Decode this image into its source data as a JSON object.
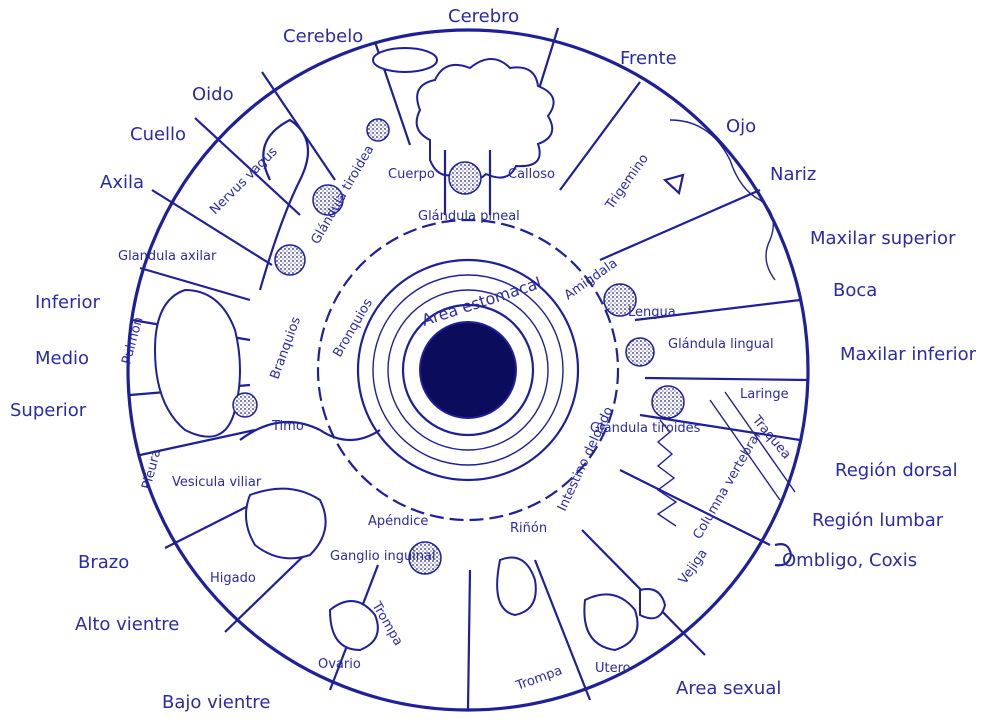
{
  "outer_labels": {
    "cerebro": "Cerebro",
    "cerebelo": "Cerebelo",
    "frente": "Frente",
    "oido": "Oido",
    "cuello": "Cuello",
    "ojo": "Ojo",
    "axila": "Axila",
    "nariz": "Nariz",
    "maxilar_superior": "Maxilar superior",
    "boca": "Boca",
    "inferior": "Inferior",
    "medio": "Medio",
    "maxilar_inferior": "Maxilar inferior",
    "superior": "Superior",
    "region_dorsal": "Región dorsal",
    "region_lumbar": "Región lumbar",
    "brazo": "Brazo",
    "ombligo_coxis": "Ombligo, Coxis",
    "alto_vientre": "Alto vientre",
    "area_sexual": "Area sexual",
    "bajo_vientre": "Bajo vientre"
  },
  "inner_labels": {
    "nervus_vagus": "Nervus vagus",
    "glandula_tiroidea_top": "Glándula tiroidea",
    "cuerpo": "Cuerpo",
    "calloso": "Calloso",
    "glandula_pineal": "Glándula pineal",
    "trigemino": "Trigemino",
    "glandula_axilar": "Glandula axilar",
    "amigdala": "Amigdala",
    "lengua": "Lengua",
    "pulmon": "Pulmón",
    "branquios": "Branquios",
    "bronquios_nodo": "Bronquios",
    "area_estomacal": "Area estomacal",
    "glandula_lingual": "Glándula lingual",
    "laringe": "Laringe",
    "traquea": "Traquea",
    "timo": "Timo",
    "glandula_tiroides": "Glándula tiroides",
    "pleura": "Pleura",
    "vesicula_viliar": "Vesicula viliar",
    "intestino_delgado": "Intestino delgado",
    "columna_vertebral": "Columna vertebral",
    "apendice": "Apéndice",
    "rinon": "Riñón",
    "vejiga": "Vejiga",
    "ganglio_inguinal": "Ganglio inguinal",
    "higado": "Higado",
    "trompa_left": "Trompa",
    "ovario": "Ovario",
    "trompa_right": "Trompa",
    "utero": "Utero"
  },
  "colors": {
    "ink": "#1f1f9c",
    "text": "#2a2aa8",
    "pupil": "#0c0c5c"
  }
}
